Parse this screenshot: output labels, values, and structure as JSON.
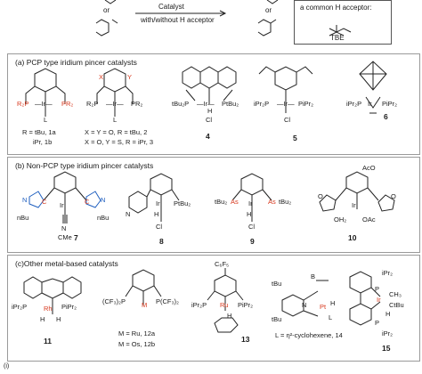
{
  "header": {
    "or_top": "or",
    "or_bottom": "or",
    "arrow_top": "Catalyst",
    "arrow_bottom": "with/without H acceptor",
    "acceptor_title": "a common H acceptor:",
    "acceptor_name": "TBE"
  },
  "sections": [
    {
      "title": "(a) PCP type iridium pincer catalysts"
    },
    {
      "title": "(b) Non-PCP type iridium pincer catalysts"
    },
    {
      "title": "(c)Other metal-based catalysts"
    }
  ],
  "section_a": {
    "c1_R_line": "R = tBu, 1a",
    "c1_R_line2": "iPr, 1b",
    "c2_line1": "X = Y = O, R = tBu, 2",
    "c2_line2": "X = O, Y = S, R = iPr, 3",
    "label_4": "4",
    "label_5": "5",
    "label_6": "6"
  },
  "section_b": {
    "label_7": "7",
    "label_8": "8",
    "label_9": "9",
    "label_10": "10"
  },
  "section_c": {
    "label_11": "11",
    "label_12a": "M = Ru, 12a",
    "label_12b": "M = Os, 12b",
    "label_13": "13",
    "label_14": "L = η²-cyclohexene, 14",
    "label_15": "15",
    "c6f5": "C6F5"
  },
  "footer": "(i)"
}
